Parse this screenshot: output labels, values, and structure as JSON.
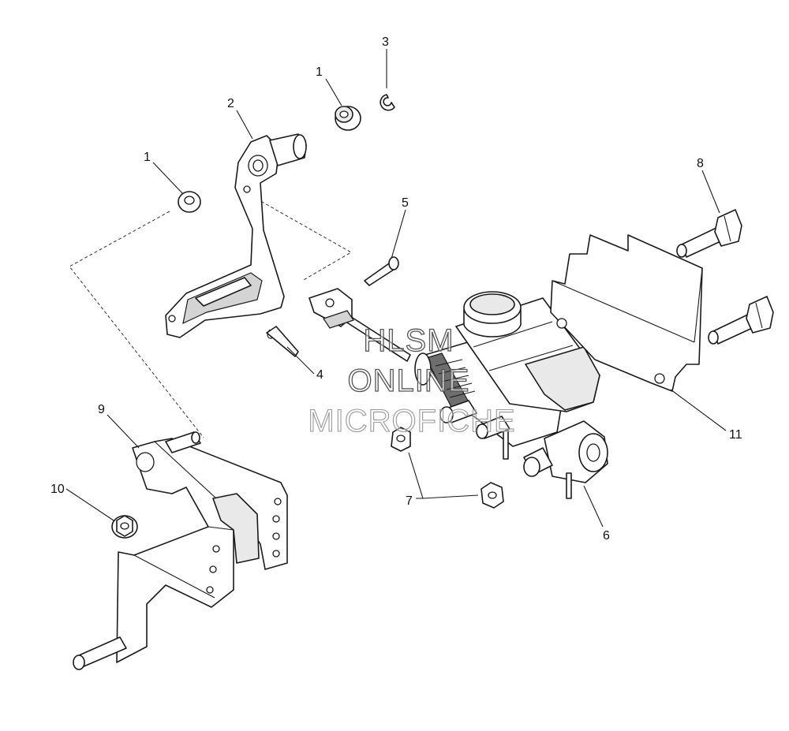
{
  "callouts": {
    "c1a": "1",
    "c1b": "1",
    "c2": "2",
    "c3": "3",
    "c4": "4",
    "c5": "5",
    "c6": "6",
    "c7": "7",
    "c8": "8",
    "c9": "9",
    "c10": "10",
    "c11": "11"
  },
  "watermark": {
    "line1": "HLSM",
    "line2": "ONLINE",
    "line3": "MICROFICHE"
  }
}
